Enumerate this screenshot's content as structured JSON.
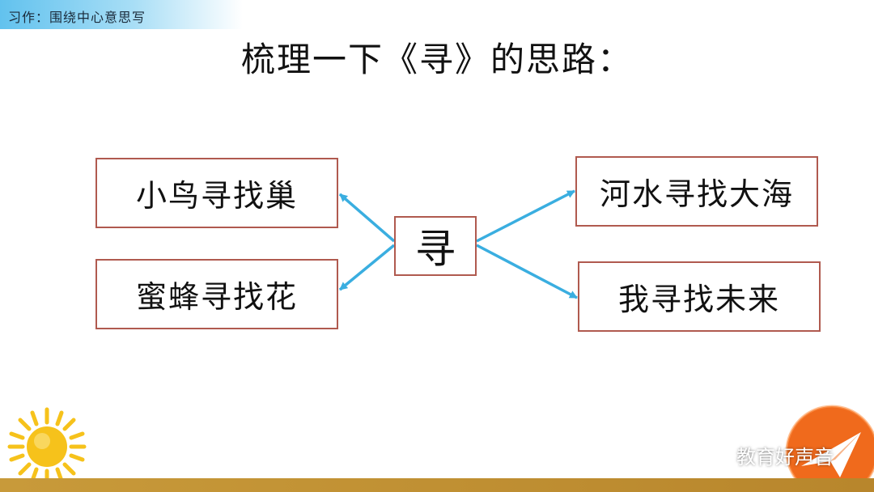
{
  "header": {
    "label": "习作：围绕中心意思写"
  },
  "title": "梳理一下《寻》的思路：",
  "diagram": {
    "center": "寻",
    "left_top": "小鸟寻找巢",
    "left_bottom": "蜜蜂寻找花",
    "right_top": "河水寻找大海",
    "right_bottom": "我寻找未来"
  },
  "watermark": {
    "text": "教育好声音",
    "icon": "wechat-icon"
  },
  "colors": {
    "box_border": "#b05a4f",
    "arrow": "#3aaee0",
    "header_bar": "#62c2ee",
    "bottom_bar": "#c89a3a",
    "logo": "#f06a1c",
    "sun": "#f6c21b"
  }
}
